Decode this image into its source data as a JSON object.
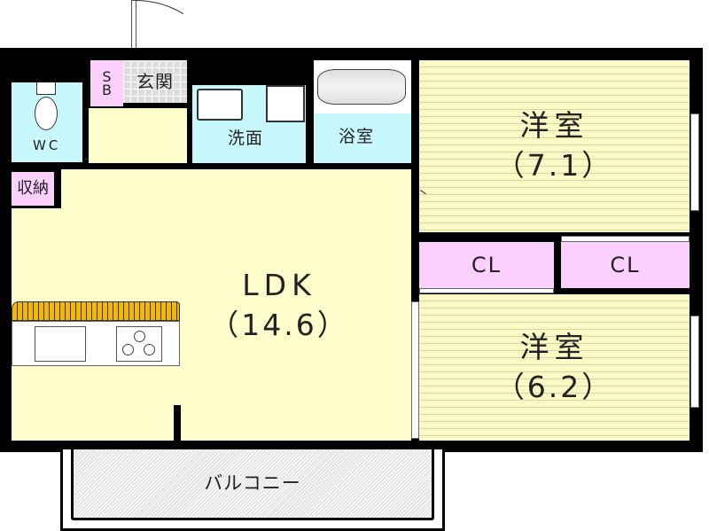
{
  "floor_plan": {
    "type": "apartment-floor-plan",
    "layout": "1LDK+2 Western rooms (2LDK)",
    "rooms": [
      {
        "id": "entrance",
        "label": "玄関",
        "label_en": "Entrance"
      },
      {
        "id": "shoe_box",
        "label_line1": "S",
        "label_line2": "B",
        "label_en": "Shoe box"
      },
      {
        "id": "wc",
        "label": "WC",
        "label_en": "Toilet"
      },
      {
        "id": "washroom",
        "label": "洗面",
        "label_en": "Washroom"
      },
      {
        "id": "bathroom",
        "label": "浴室",
        "label_en": "Bathroom"
      },
      {
        "id": "storage",
        "label": "収納",
        "label_en": "Storage"
      },
      {
        "id": "ldk",
        "label": "LDK",
        "size": "（14.6）",
        "size_value": 14.6,
        "unit": "jo"
      },
      {
        "id": "western_room_1",
        "label": "洋室",
        "size": "（7.1）",
        "size_value": 7.1,
        "unit": "jo"
      },
      {
        "id": "western_room_2",
        "label": "洋室",
        "size": "（6.2）",
        "size_value": 6.2,
        "unit": "jo"
      },
      {
        "id": "closet_1",
        "label": "CL",
        "label_en": "Closet"
      },
      {
        "id": "closet_2",
        "label": "CL",
        "label_en": "Closet"
      },
      {
        "id": "balcony",
        "label": "バルコニー",
        "label_en": "Balcony"
      }
    ],
    "colors": {
      "wall": "#000000",
      "living_floor": "#fefdcc",
      "bedroom_floor": "#fbf9c4",
      "wet_area": "#c8f8fc",
      "storage": "#fcd0fc",
      "kitchen_counter": "#f5b800",
      "balcony": "#e4e4e4"
    }
  }
}
